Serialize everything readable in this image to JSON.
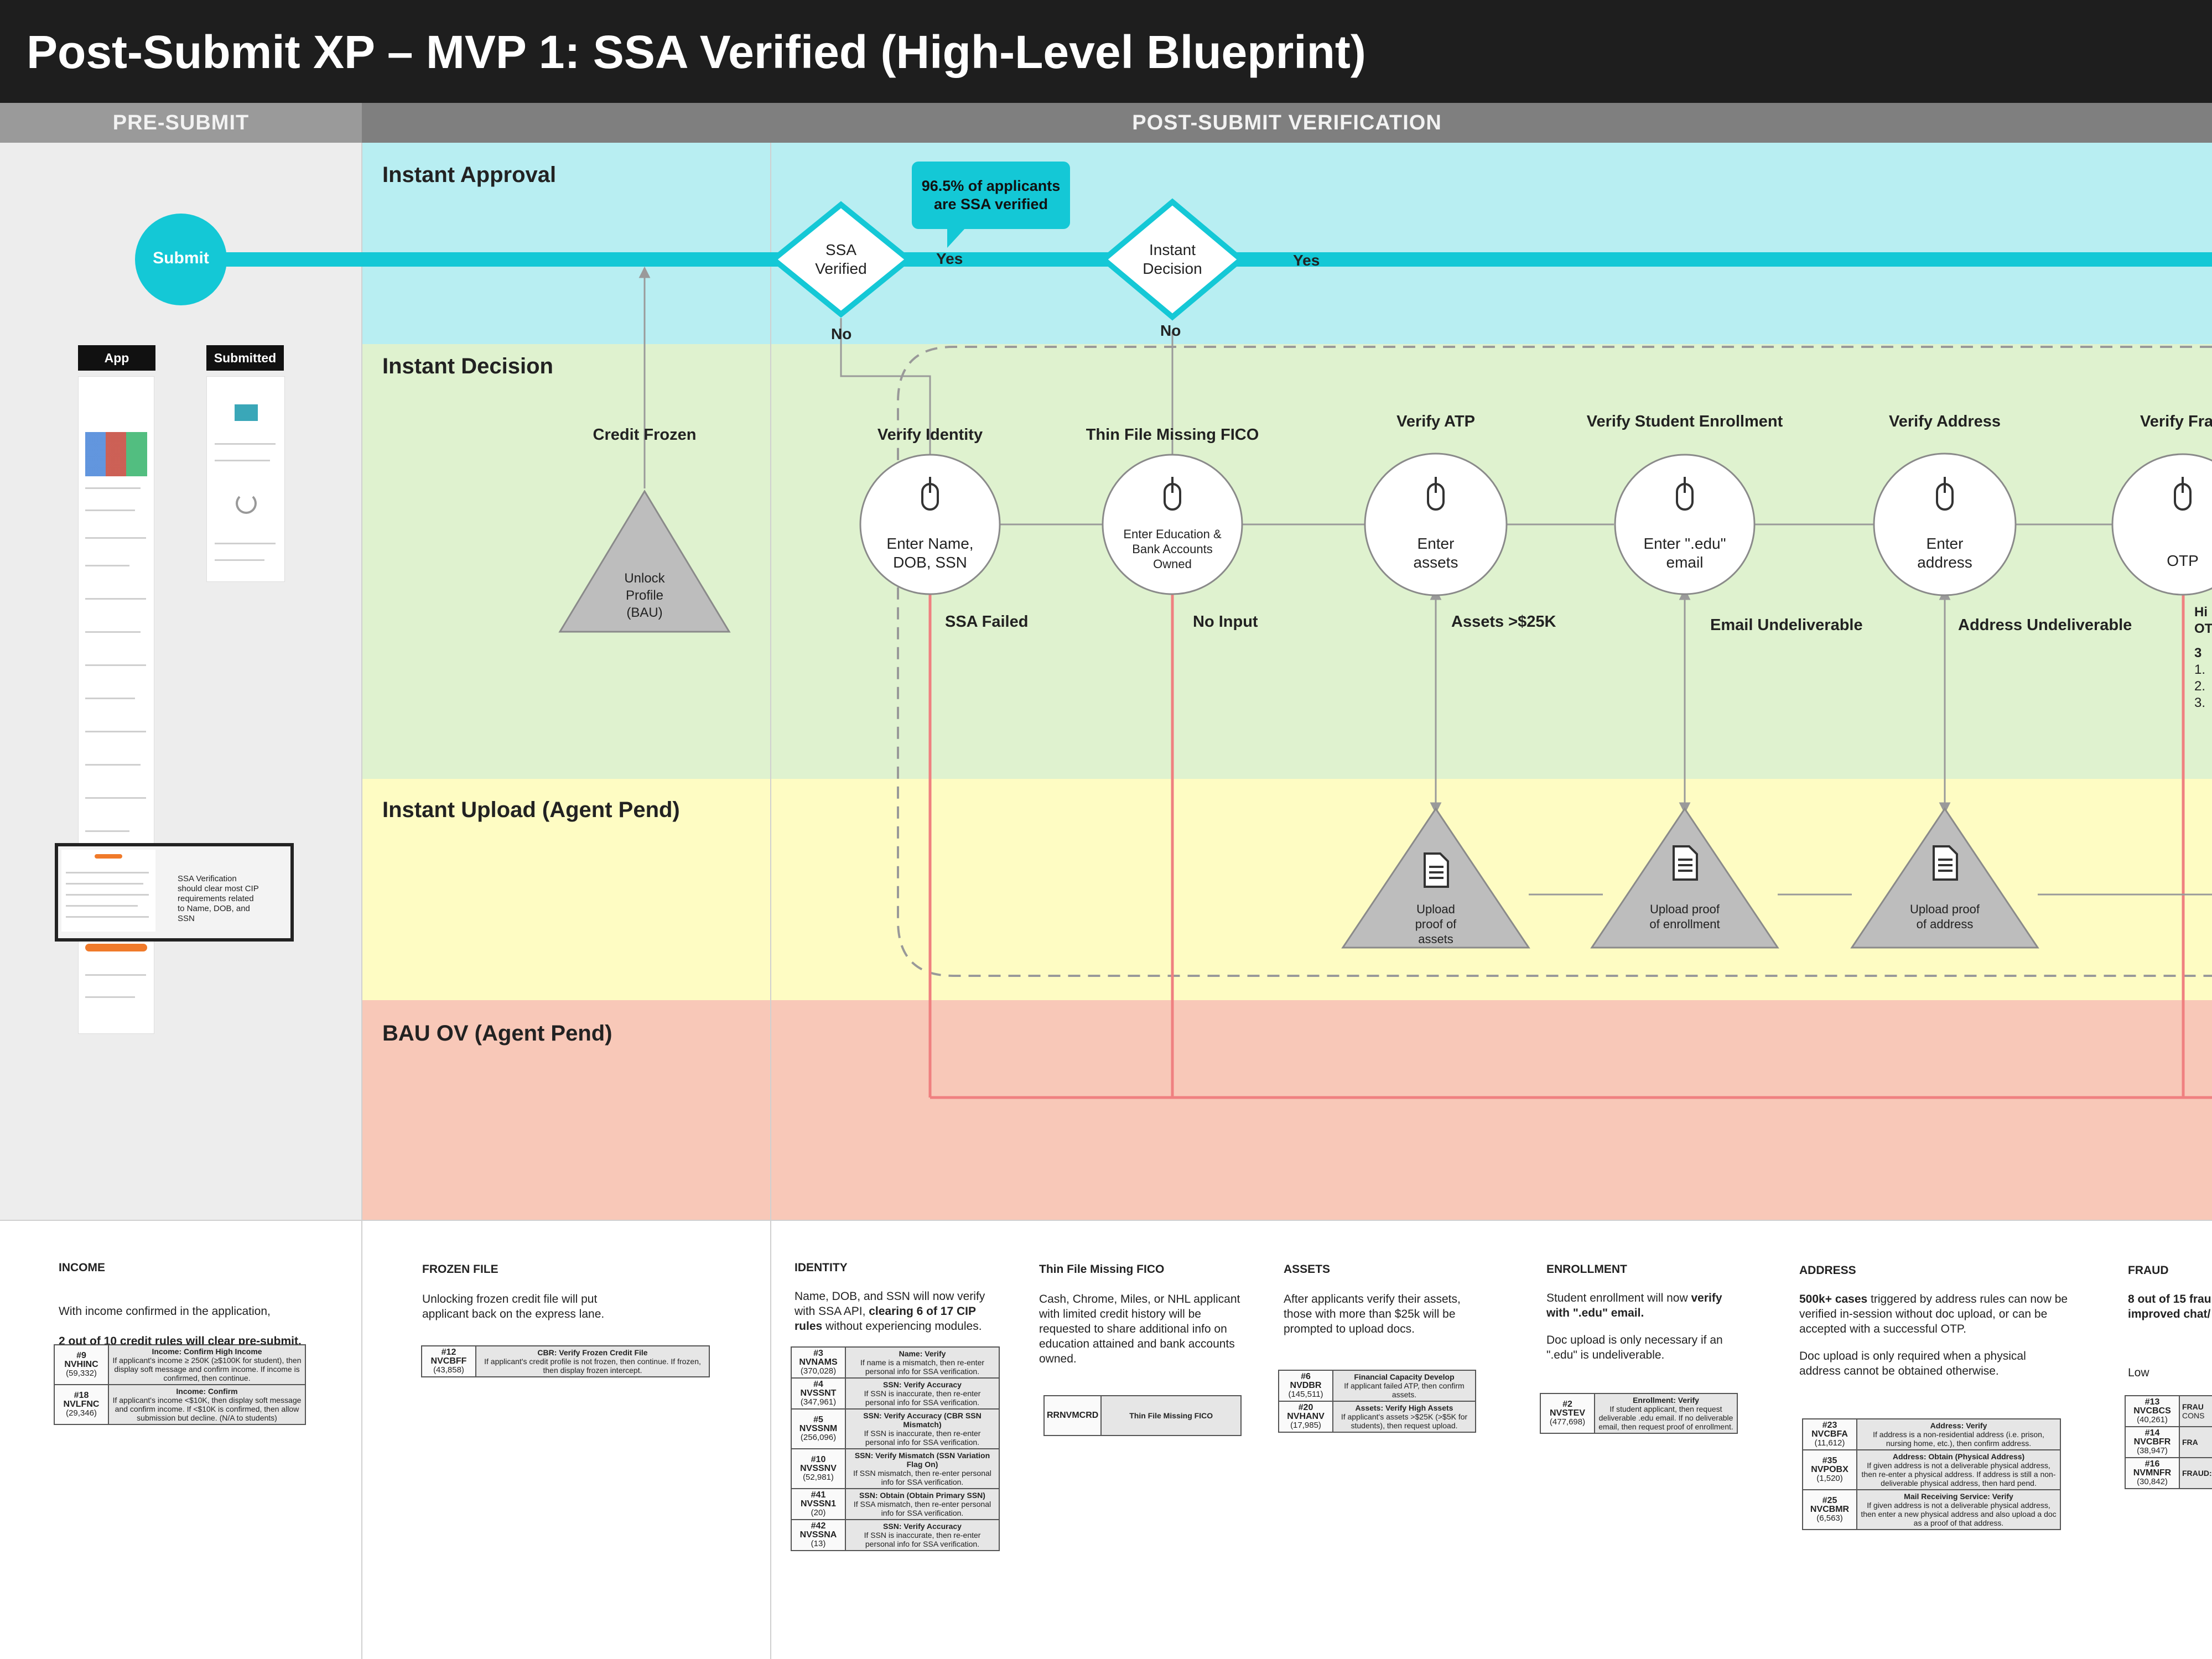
{
  "title": "Post-Submit XP – MVP 1: SSA Verified (High-Level Blueprint)",
  "phases": {
    "pre": "PRE-SUBMIT",
    "post": "POST-SUBMIT VERIFICATION"
  },
  "lanes": {
    "approval": "Instant Approval",
    "decision": "Instant Decision",
    "upload": "Instant Upload (Agent Pend)",
    "bau": "BAU OV (Agent Pend)"
  },
  "colors": {
    "approval": "#b8eef2",
    "decision": "#dff2cf",
    "upload": "#fefcc3",
    "bau": "#f8c8b8",
    "pre": "#ededed",
    "flow": "#14c8d6",
    "fail": "#ef8080"
  },
  "flow": {
    "submit": "Submit",
    "callout": "96.5% of applicants are SSA verified",
    "ssa_decision": "SSA Verified",
    "instant_decision": "Instant Decision",
    "yes": "Yes",
    "no": "No"
  },
  "presubmit": {
    "app_tab": "App",
    "submitted_tab": "Submitted",
    "highlight_text": "SSA Verification should clear most CIP requirements related to Name, DOB, and SSN"
  },
  "steps": [
    {
      "name": "Credit Frozen",
      "shape": "triangle",
      "text": "Unlock Profile (BAU)",
      "icon": ""
    },
    {
      "name": "Verify Identity",
      "shape": "circle",
      "text": "Enter Name, DOB, SSN",
      "icon": "mouse-icon",
      "fail": "SSA Failed"
    },
    {
      "name": "Thin File Missing FICO",
      "shape": "circle",
      "text": "Enter Education & Bank Accounts Owned",
      "icon": "mouse-icon",
      "fail": "No Input"
    },
    {
      "name": "Verify ATP",
      "shape": "circle",
      "text": "Enter assets",
      "icon": "mouse-icon",
      "fail": "Assets >$25K",
      "upload": "Upload proof of assets"
    },
    {
      "name": "Verify Student Enrollment",
      "shape": "circle",
      "text": "Enter \".edu\" email",
      "icon": "mouse-icon",
      "fail": "Email Undeliverable",
      "upload": "Upload proof of enrollment"
    },
    {
      "name": "Verify Address",
      "shape": "circle",
      "text": "Enter address",
      "icon": "mouse-icon",
      "fail": "Address Undeliverable",
      "upload": "Upload proof of address"
    },
    {
      "name": "Verify Frau",
      "shape": "circle",
      "text": "OTP",
      "icon": "mouse-icon"
    }
  ],
  "fraud_partial": {
    "line1": "Hi",
    "line2": "OT",
    "count": "3",
    "items": [
      "1.",
      "2.",
      "3."
    ]
  },
  "notes": {
    "income": {
      "heading": "INCOME",
      "desc_a": "With income confirmed in the application,",
      "desc_b": "2 out of 10 credit rules will clear pre-submit.",
      "rules": [
        {
          "num": "#9",
          "code": "NVHINC",
          "count": "(59,332)",
          "title": "Income: Confirm High Income",
          "text": "If applicant's income ≥ 250K (≥$100K for student), then display soft message and confirm income. If income is confirmed, then continue."
        },
        {
          "num": "#18",
          "code": "NVLFNC",
          "count": "(29,346)",
          "title": "Income: Confirm",
          "text": "If applicant's income <$10K, then display soft message and confirm income. If <$10K is confirmed, then allow submission but decline. (N/A to students)"
        }
      ]
    },
    "frozen": {
      "heading": "FROZEN FILE",
      "desc": "Unlocking frozen credit file will put applicant back on the express lane.",
      "rules": [
        {
          "num": "#12",
          "code": "NVCBFF",
          "count": "(43,858)",
          "title": "CBR: Verify Frozen Credit File",
          "text": "If applicant's credit profile is not frozen, then continue. If frozen, then display frozen intercept."
        }
      ]
    },
    "identity": {
      "heading": "IDENTITY",
      "desc_a": "Name, DOB, and SSN will now verify with SSA API, ",
      "desc_b": "clearing 6 of 17 CIP rules",
      "desc_c": " without experiencing modules.",
      "rules": [
        {
          "num": "#3",
          "code": "NVNAMS",
          "count": "(370,028)",
          "title": "Name: Verify",
          "text": "If name is a mismatch, then re-enter personal info for SSA verification."
        },
        {
          "num": "#4",
          "code": "NVSSNT",
          "count": "(347,961)",
          "title": "SSN: Verify Accuracy",
          "text": "If SSN is inaccurate, then re-enter personal info for SSA verification."
        },
        {
          "num": "#5",
          "code": "NVSSNM",
          "count": "(256,096)",
          "title": "SSN: Verify Accuracy (CBR SSN Mismatch)",
          "text": "If SSN is inaccurate, then re-enter personal info for SSA verification."
        },
        {
          "num": "#10",
          "code": "NVSSNV",
          "count": "(52,981)",
          "title": "SSN: Verify Mismatch (SSN Variation Flag On)",
          "text": "If SSN mismatch, then re-enter personal info for SSA verification."
        },
        {
          "num": "#41",
          "code": "NVSSN1",
          "count": "(20)",
          "title": "SSN: Obtain (Obtain Primary SSN)",
          "text": "If SSA mismatch, then re-enter personal info for SSA verification."
        },
        {
          "num": "#42",
          "code": "NVSSNA",
          "count": "(13)",
          "title": "SSN: Verify Accuracy",
          "text": "If SSN is inaccurate, then re-enter personal info for SSA verification."
        }
      ]
    },
    "thinfile": {
      "heading": "Thin File Missing FICO",
      "desc": "Cash, Chrome, Miles, or NHL applicant with limited credit history will be requested to share additional info on education attained and bank accounts owned.",
      "rules": [
        {
          "num": "",
          "code": "RRNVMCRD",
          "count": "",
          "title": "Thin File Missing FICO",
          "text": ""
        }
      ]
    },
    "assets": {
      "heading": "ASSETS",
      "desc": "After applicants verify their assets, those with more than $25k will be prompted to upload docs.",
      "rules": [
        {
          "num": "#6",
          "code": "NVDBR",
          "count": "(145,511)",
          "title": "Financial Capacity Develop",
          "text": "If applicant failed ATP, then confirm assets."
        },
        {
          "num": "#20",
          "code": "NVHANV",
          "count": "(17,985)",
          "title": "Assets: Verify High Assets",
          "text": "If applicant's assets >$25K (>$5K for students), then request upload."
        }
      ]
    },
    "enrollment": {
      "heading": "ENROLLMENT",
      "desc_a": "Student enrollment will now ",
      "desc_b": "verify with \".edu\" email.",
      "desc_c": "Doc upload is only necessary if an \".edu\" is undeliverable.",
      "rules": [
        {
          "num": "#2",
          "code": "NVSTEV",
          "count": "(477,698)",
          "title": "Enrollment: Verify",
          "text": "If student applicant, then request deliverable .edu email. If no deliverable email, then request proof of enrollment."
        }
      ]
    },
    "address": {
      "heading": "ADDRESS",
      "desc_a": "500k+ cases",
      "desc_b": " triggered by address rules can now be verified in-session without doc upload, or can be accepted with a successful OTP.",
      "desc_c": "Doc upload is only required when a physical address cannot be obtained otherwise.",
      "rules": [
        {
          "num": "#23",
          "code": "NVCBFA",
          "count": "(11,612)",
          "title": "Address: Verify",
          "text": "If address is a non-residential address (i.e. prison, nursing home, etc.), then confirm address."
        },
        {
          "num": "#35",
          "code": "NVPOBX",
          "count": "(1,520)",
          "title": "Address: Obtain (Physical Address)",
          "text": "If given address is not a deliverable physical address, then re-enter a physical address. If address is still a non-deliverable physical address, then hard pend."
        },
        {
          "num": "#25",
          "code": "NVCBMR",
          "count": "(6,563)",
          "title": "Mail Receiving Service: Verify",
          "text": "If given address is not a deliverable physical address, then enter a new physical address and also upload a doc as a proof of that address."
        }
      ]
    },
    "fraud": {
      "heading": "FRAUD",
      "desc_a": "8 out of 15 frau",
      "desc_b": "improved chat/",
      "low": "Low",
      "rules": [
        {
          "num": "#13",
          "code": "NVCBCS",
          "count": "(40,261)",
          "title": "FRAU",
          "text": "CONS"
        },
        {
          "num": "#14",
          "code": "NVCBFR",
          "count": "(38,947)",
          "title": "FRA",
          "text": ""
        },
        {
          "num": "#16",
          "code": "NVMNFR",
          "count": "(30,842)",
          "title": "FRAUD:",
          "text": ""
        }
      ]
    }
  }
}
